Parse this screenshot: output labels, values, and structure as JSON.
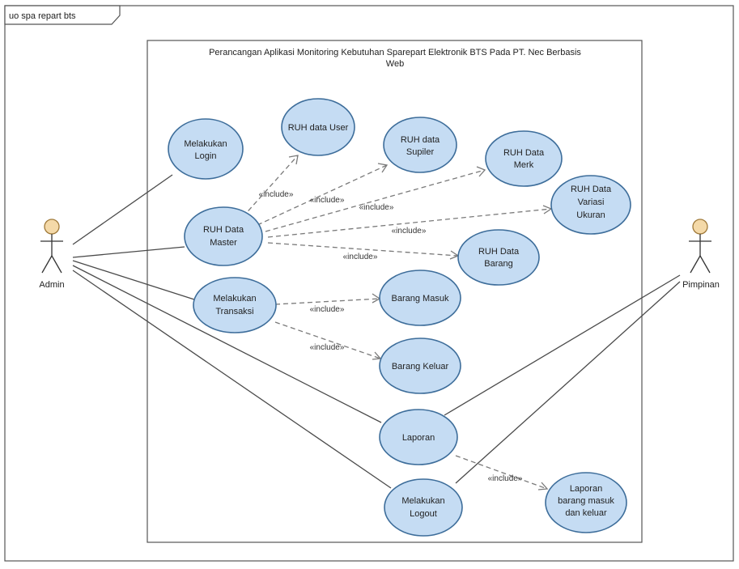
{
  "frame": {
    "label": "uo spa repart bts"
  },
  "system": {
    "title_line1": "Perancangan Aplikasi Monitoring Kebutuhan Sparepart Elektronik BTS Pada PT. Nec Berbasis",
    "title_line2": "Web"
  },
  "actors": {
    "admin": "Admin",
    "pimpinan": "Pimpinan"
  },
  "use_cases": {
    "login": [
      "Melakukan",
      "Login"
    ],
    "ruh_user": [
      "RUH data User"
    ],
    "ruh_supplier": [
      "RUH data",
      "Supiler"
    ],
    "ruh_merk": [
      "RUH Data",
      "Merk"
    ],
    "ruh_variasi": [
      "RUH Data",
      "Variasi",
      "Ukuran"
    ],
    "ruh_master": [
      "RUH Data",
      "Master"
    ],
    "ruh_barang": [
      "RUH Data",
      "Barang"
    ],
    "transaksi": [
      "Melakukan",
      "Transaksi"
    ],
    "barang_masuk": [
      "Barang Masuk"
    ],
    "barang_keluar": [
      "Barang Keluar"
    ],
    "laporan": [
      "Laporan"
    ],
    "logout": [
      "Melakukan",
      "Logout"
    ],
    "laporan_masuk_keluar": [
      "Laporan",
      "barang masuk",
      "dan keluar"
    ]
  },
  "include_label": "«include»"
}
